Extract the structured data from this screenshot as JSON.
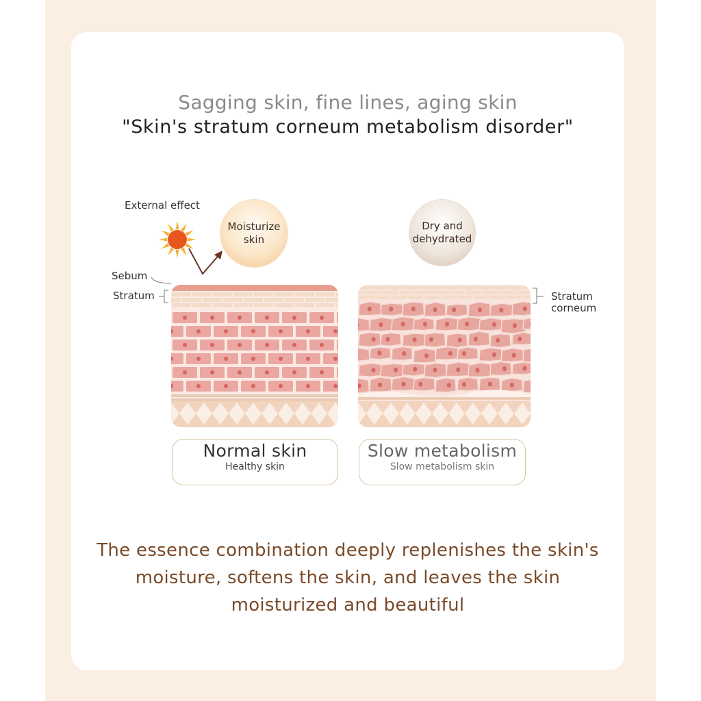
{
  "header": {
    "subtitle": "Sagging skin, fine lines, aging skin",
    "headline": "\"Skin's stratum corneum metabolism disorder\""
  },
  "left_panel": {
    "external_label": "External effect",
    "sun_icon": "sun-icon",
    "bubble_lines": [
      "Moisturize",
      "skin"
    ],
    "sebum_label": "Sebum",
    "stratum_label": "Stratum",
    "tag_title": "Normal skin",
    "tag_subtitle": "Healthy skin"
  },
  "right_panel": {
    "bubble_lines": [
      "Dry and",
      "dehydrated"
    ],
    "stratum_label_lines": [
      "Stratum",
      "corneum"
    ],
    "tag_title": "Slow metabolism",
    "tag_subtitle": "Slow metabolism skin"
  },
  "footer": {
    "lines": [
      "The essence combination deeply replenishes the skin's",
      "moisture, softens the skin, and leaves the skin",
      "moisturized and beautiful"
    ]
  },
  "colors": {
    "backdrop": "#fbeee2",
    "headline_text": "#222222",
    "subtitle_text": "#8a8a8a",
    "footer_text": "#7a4a28",
    "cell_fill": "#eba7a2",
    "cell_nucleus": "#d9645e",
    "base_layer": "#f2d3bd",
    "tag_border": "#d8c49f",
    "sun": "#e8581e"
  }
}
